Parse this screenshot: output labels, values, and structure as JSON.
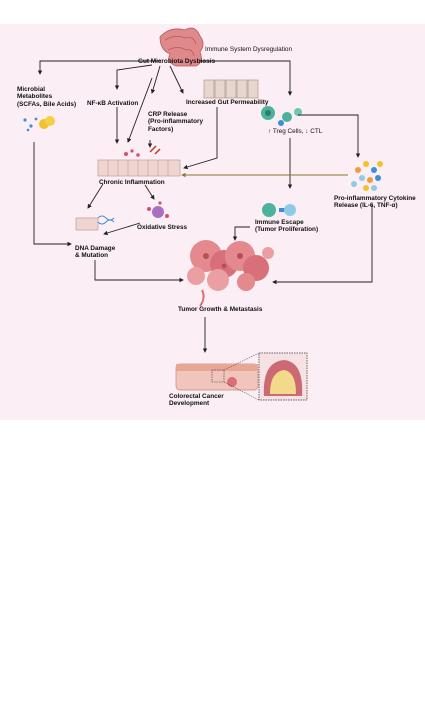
{
  "nodes": {
    "gut_dysbiosis": "Gut Microbiota Dysbiosis",
    "immune_dysregulation": "Immune System Dysregulation",
    "microbial_metabolites": [
      "Microbial",
      "Metabolites",
      "(SCFAs, Bile Acids)"
    ],
    "nfkb": "NF-κB Activation",
    "crp": [
      "CRP Release",
      "(Pro-inflammatory",
      "Factors)"
    ],
    "gut_permeability": "Increased Gut Permeability",
    "treg_ctl": "↑ Treg Cells, ↓ CTL",
    "chronic_inflammation": "Chronic Inflammation",
    "cytokine": [
      "Pro-inflammatory Cytokine",
      "Release (IL-6, TNF-α)"
    ],
    "oxidative_stress": "Oxidative Stress",
    "immune_escape": [
      "Immune Escape",
      "(Tumor Proliferation)"
    ],
    "dna_damage": [
      "DNA Damage",
      "& Mutation"
    ],
    "tumor_growth": "Tumor Growth & Metastasis",
    "colorectal_cancer": [
      "Colorectal Cancer",
      "Development"
    ]
  },
  "colors": {
    "background": "#fbeef4",
    "arrow": "#222222",
    "feedback_arrow": "#8a7a2a",
    "gut_tissue": "#e9a7a8",
    "tumor": "#e48a8f",
    "bacteria_blue": "#3d8fd6",
    "bacteria_yellow": "#f2c22b",
    "immune_green": "#4bb39b"
  }
}
